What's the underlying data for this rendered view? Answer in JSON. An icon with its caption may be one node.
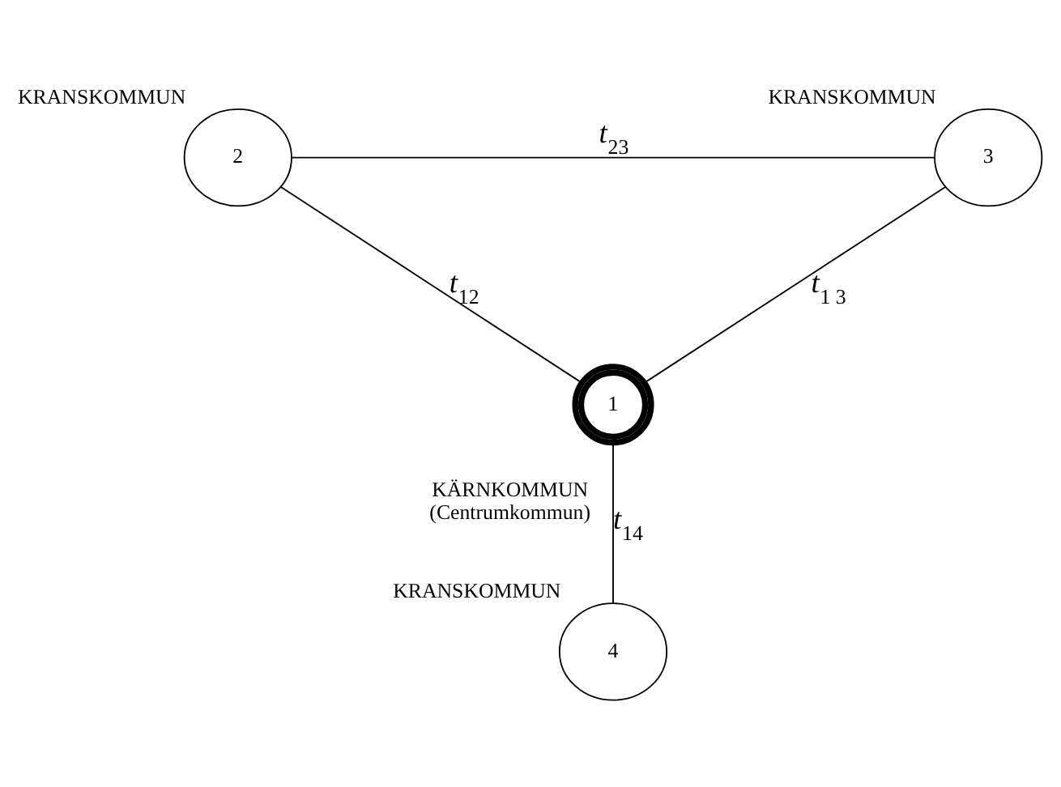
{
  "diagram": {
    "nodes": [
      {
        "text": [
          "2"
        ],
        "beside": [
          "KRANSKOMMUN"
        ]
      },
      {
        "text": [
          "3"
        ],
        "beside": [
          "KRANSKOMMUN"
        ]
      },
      {
        "text": [
          "1"
        ],
        "beside": [
          "KÄRNKOMMUN (Centrumkommun)"
        ]
      },
      {
        "text": [
          "4"
        ],
        "beside": [
          "KRANSKOMMUN"
        ]
      }
    ],
    "edges": [
      {
        "from": 0,
        "to": 1,
        "arrow": "none",
        "label": "*t*$_{23}$"
      },
      {
        "from": 0,
        "to": 2,
        "arrow": "none",
        "label": "*t*$_{12}$"
      },
      {
        "from": 1,
        "to": 2,
        "arrow": "none",
        "label": "*t*$_{1 3}$"
      },
      {
        "from": 2,
        "to": 3,
        "arrow": "none",
        "label": "*t*$_{14}$"
      }
    ]
  }
}
